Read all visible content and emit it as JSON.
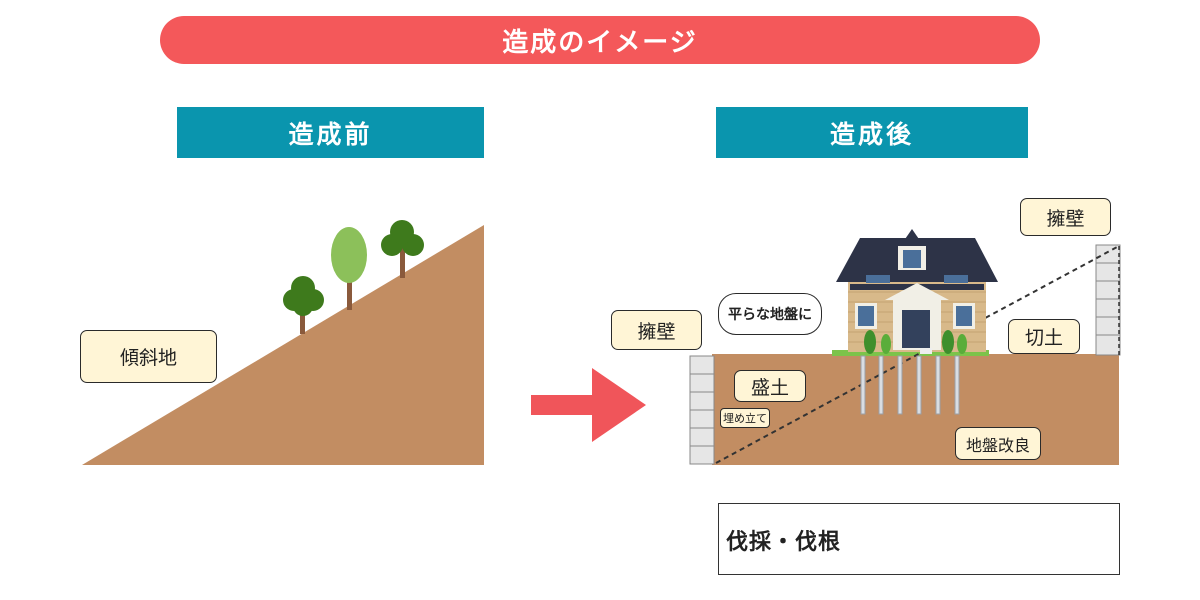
{
  "title": "造成のイメージ",
  "before": {
    "heading": "造成前",
    "slope_label": "傾斜地"
  },
  "after": {
    "heading": "造成後",
    "retaining_wall_left": "擁壁",
    "retaining_wall_right": "擁壁",
    "flat_ground_note": "平らな地盤に",
    "fill_label": "盛土",
    "fill_sub_label": "埋め立て",
    "cut_label": "切土",
    "ground_improvement_label": "地盤改良"
  },
  "legend": {
    "label": "伐採・伐根"
  },
  "colors": {
    "title_bg": "#f4585a",
    "heading_bg": "#0a95ae",
    "soil": "#c28d62",
    "bubble_bg": "#fff5d6",
    "arrow": "#f0555a",
    "cross": "#e8142b"
  }
}
